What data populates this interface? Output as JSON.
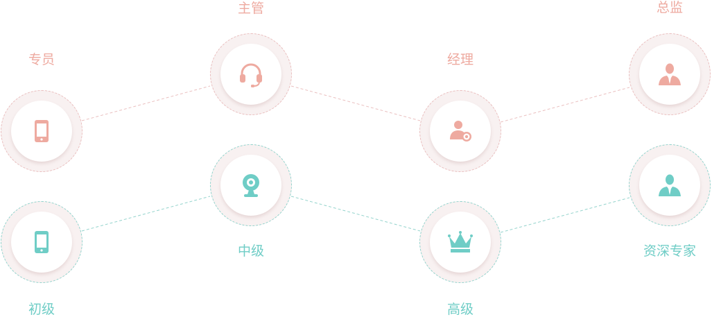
{
  "colors": {
    "management": "#eeaaa0",
    "technical": "#6fcdc6"
  },
  "management_track": [
    {
      "id": "zhuanyuan",
      "label": "专员",
      "icon": "smartphone-icon"
    },
    {
      "id": "zhuguan",
      "label": "主管",
      "icon": "headset-icon"
    },
    {
      "id": "jingli",
      "label": "经理",
      "icon": "user-settings-icon"
    },
    {
      "id": "zongjian",
      "label": "总监",
      "icon": "businessman-icon"
    }
  ],
  "technical_track": [
    {
      "id": "chuji",
      "label": "初级",
      "icon": "smartphone-icon"
    },
    {
      "id": "zhongji",
      "label": "中级",
      "icon": "webcam-icon"
    },
    {
      "id": "gaoji",
      "label": "高级",
      "icon": "crown-icon"
    },
    {
      "id": "zishenzhuanjia",
      "label": "资深专家",
      "icon": "businessman-icon"
    }
  ]
}
